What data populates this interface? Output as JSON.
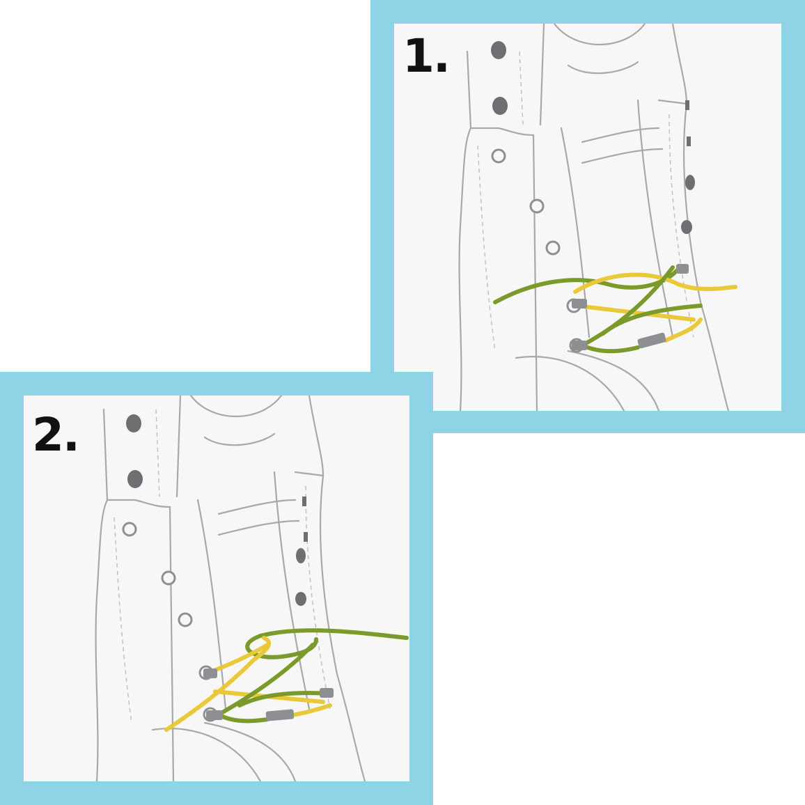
{
  "steps": [
    {
      "label": "1."
    },
    {
      "label": "2."
    }
  ],
  "colors": {
    "frame": "#8fd3e6",
    "lace_green": "#7a9a2a",
    "lace_yellow": "#e9c93a",
    "aglet": "#8d8f93",
    "eyelet": "#6d6f73",
    "sketch": "#9a9a9a"
  },
  "illustration": "boot-with-lace-knot-sketch"
}
